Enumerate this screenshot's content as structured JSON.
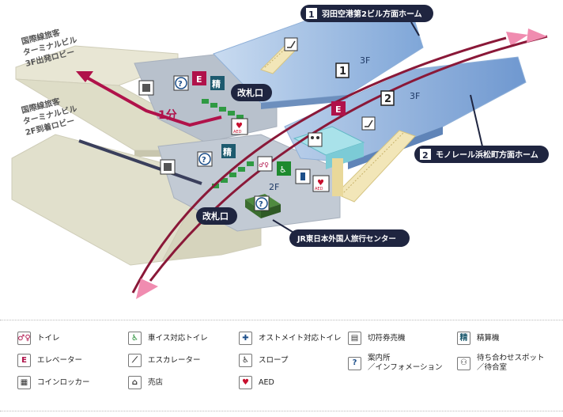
{
  "map": {
    "platform1": {
      "num": "1",
      "label": "羽田空港第2ビル方面ホーム",
      "floor_num": "1",
      "floor": "3F"
    },
    "platform2": {
      "num": "2",
      "label": "モノレール浜松町方面ホーム",
      "floor_num": "2",
      "floor": "3F"
    },
    "terminal3f": {
      "line1": "国際線旅客",
      "line2": "ターミナルビル",
      "line3": "3F出発ロビー"
    },
    "terminal2f": {
      "line1": "国際線旅客",
      "line2": "ターミナルビル",
      "line3": "2F到着ロビー"
    },
    "gate_upper": "改札口",
    "gate_lower": "改札口",
    "floor_2f": "2F",
    "walk_time": "1分",
    "jr_center": "JR東日本外国人旅行センター",
    "icon_glyphs": {
      "info": "?",
      "elevator": "E",
      "fare": "精",
      "aed": "AED",
      "toilet": "♂♀",
      "accessible": "♿"
    }
  },
  "legend": [
    {
      "icon": "toilet-icon",
      "glyph": "♂♀",
      "color": "#b0124a",
      "label": "トイレ"
    },
    {
      "icon": "accessible-toilet-icon",
      "glyph": "♿",
      "color": "#1d8a2e",
      "label": "車イス対応トイレ"
    },
    {
      "icon": "ostomate-toilet-icon",
      "glyph": "✚",
      "color": "#1d4f8a",
      "label": "オストメイト対応トイレ"
    },
    {
      "icon": "ticket-machine-icon",
      "glyph": "▤",
      "color": "#333333",
      "label": "切符券売機"
    },
    {
      "icon": "fare-adjustment-icon",
      "glyph": "精",
      "color": "#1d5a6e",
      "label": "精算機"
    },
    {
      "icon": "elevator-icon",
      "glyph": "E",
      "color": "#b0124a",
      "label": "エレベーター"
    },
    {
      "icon": "escalator-icon",
      "glyph": "⟋",
      "color": "#333333",
      "label": "エスカレーター"
    },
    {
      "icon": "slope-icon",
      "glyph": "♿",
      "color": "#333333",
      "label": "スロープ"
    },
    {
      "icon": "information-icon",
      "glyph": "?",
      "color": "#1d4f8a",
      "label": "案内所\n／インフォメーション"
    },
    {
      "icon": "waiting-spot-icon",
      "glyph": "⚇",
      "color": "#333333",
      "label": "待ち合わせスポット\n／待合室"
    },
    {
      "icon": "coin-locker-icon",
      "glyph": "▦",
      "color": "#333333",
      "label": "コインロッカー"
    },
    {
      "icon": "shop-icon",
      "glyph": "⌂",
      "color": "#333333",
      "label": "売店"
    },
    {
      "icon": "aed-icon",
      "glyph": "♥",
      "color": "#c8102e",
      "label": "AED"
    }
  ]
}
